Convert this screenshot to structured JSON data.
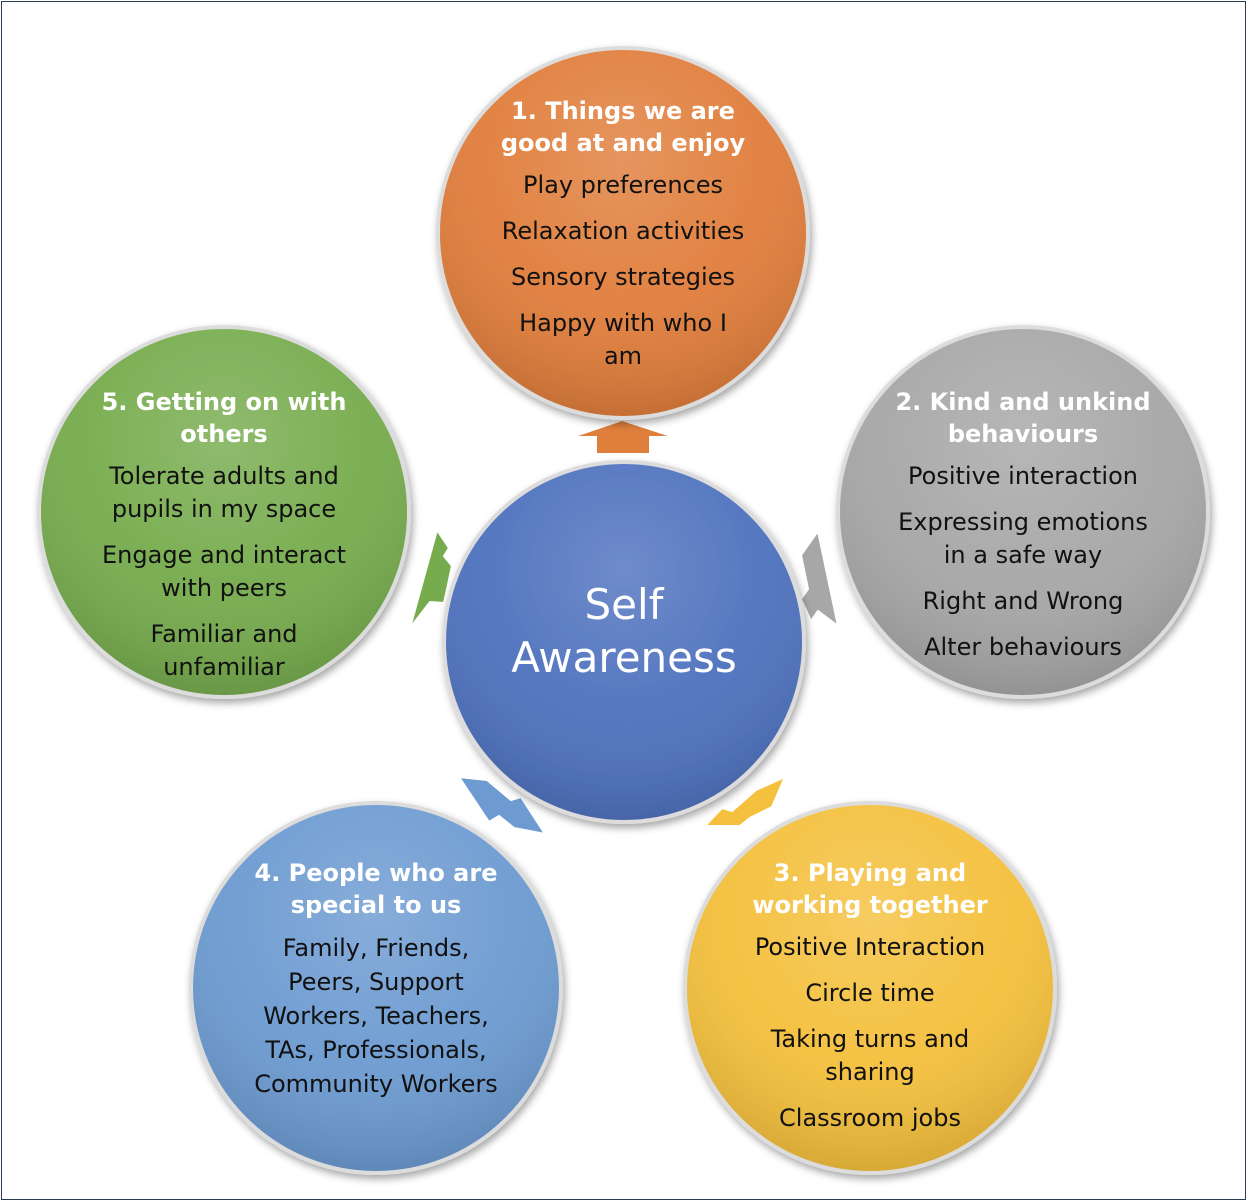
{
  "center": {
    "line1": "Self",
    "line2": "Awareness"
  },
  "circles": [
    {
      "title_lines": [
        "1. Things we are",
        "good at and enjoy"
      ],
      "items": [
        [
          "Play preferences"
        ],
        [
          "Relaxation activities"
        ],
        [
          "Sensory strategies"
        ],
        [
          "Happy with who I",
          "am"
        ]
      ]
    },
    {
      "title_lines": [
        "2. Kind and unkind",
        "behaviours"
      ],
      "items": [
        [
          "Positive interaction"
        ],
        [
          "Expressing emotions",
          "in a safe way"
        ],
        [
          "Right and Wrong"
        ],
        [
          "Alter behaviours"
        ]
      ]
    },
    {
      "title_lines": [
        "3. Playing and",
        "working together"
      ],
      "items": [
        [
          "Positive Interaction"
        ],
        [
          "Circle time"
        ],
        [
          "Taking turns and",
          "sharing"
        ],
        [
          "Classroom jobs"
        ]
      ]
    },
    {
      "title_lines": [
        "4. People who are",
        "special to us"
      ],
      "items": [
        [
          "Family, Friends,",
          "Peers, Support",
          "Workers, Teachers,",
          "TAs, Professionals,",
          "Community Workers"
        ]
      ]
    },
    {
      "title_lines": [
        "5. Getting on with",
        "others"
      ],
      "items": [
        [
          "Tolerate adults and",
          "pupils in my space"
        ],
        [
          "Engage and interact",
          "with peers"
        ],
        [
          "Familiar and",
          "unfamiliar"
        ]
      ]
    }
  ],
  "colors": {
    "center": "#4f72be",
    "circle1": "#e07e3c",
    "circle2": "#a7a7a7",
    "circle3": "#f4c03d",
    "circle4": "#6d9bd1",
    "circle5": "#77ac4e"
  }
}
